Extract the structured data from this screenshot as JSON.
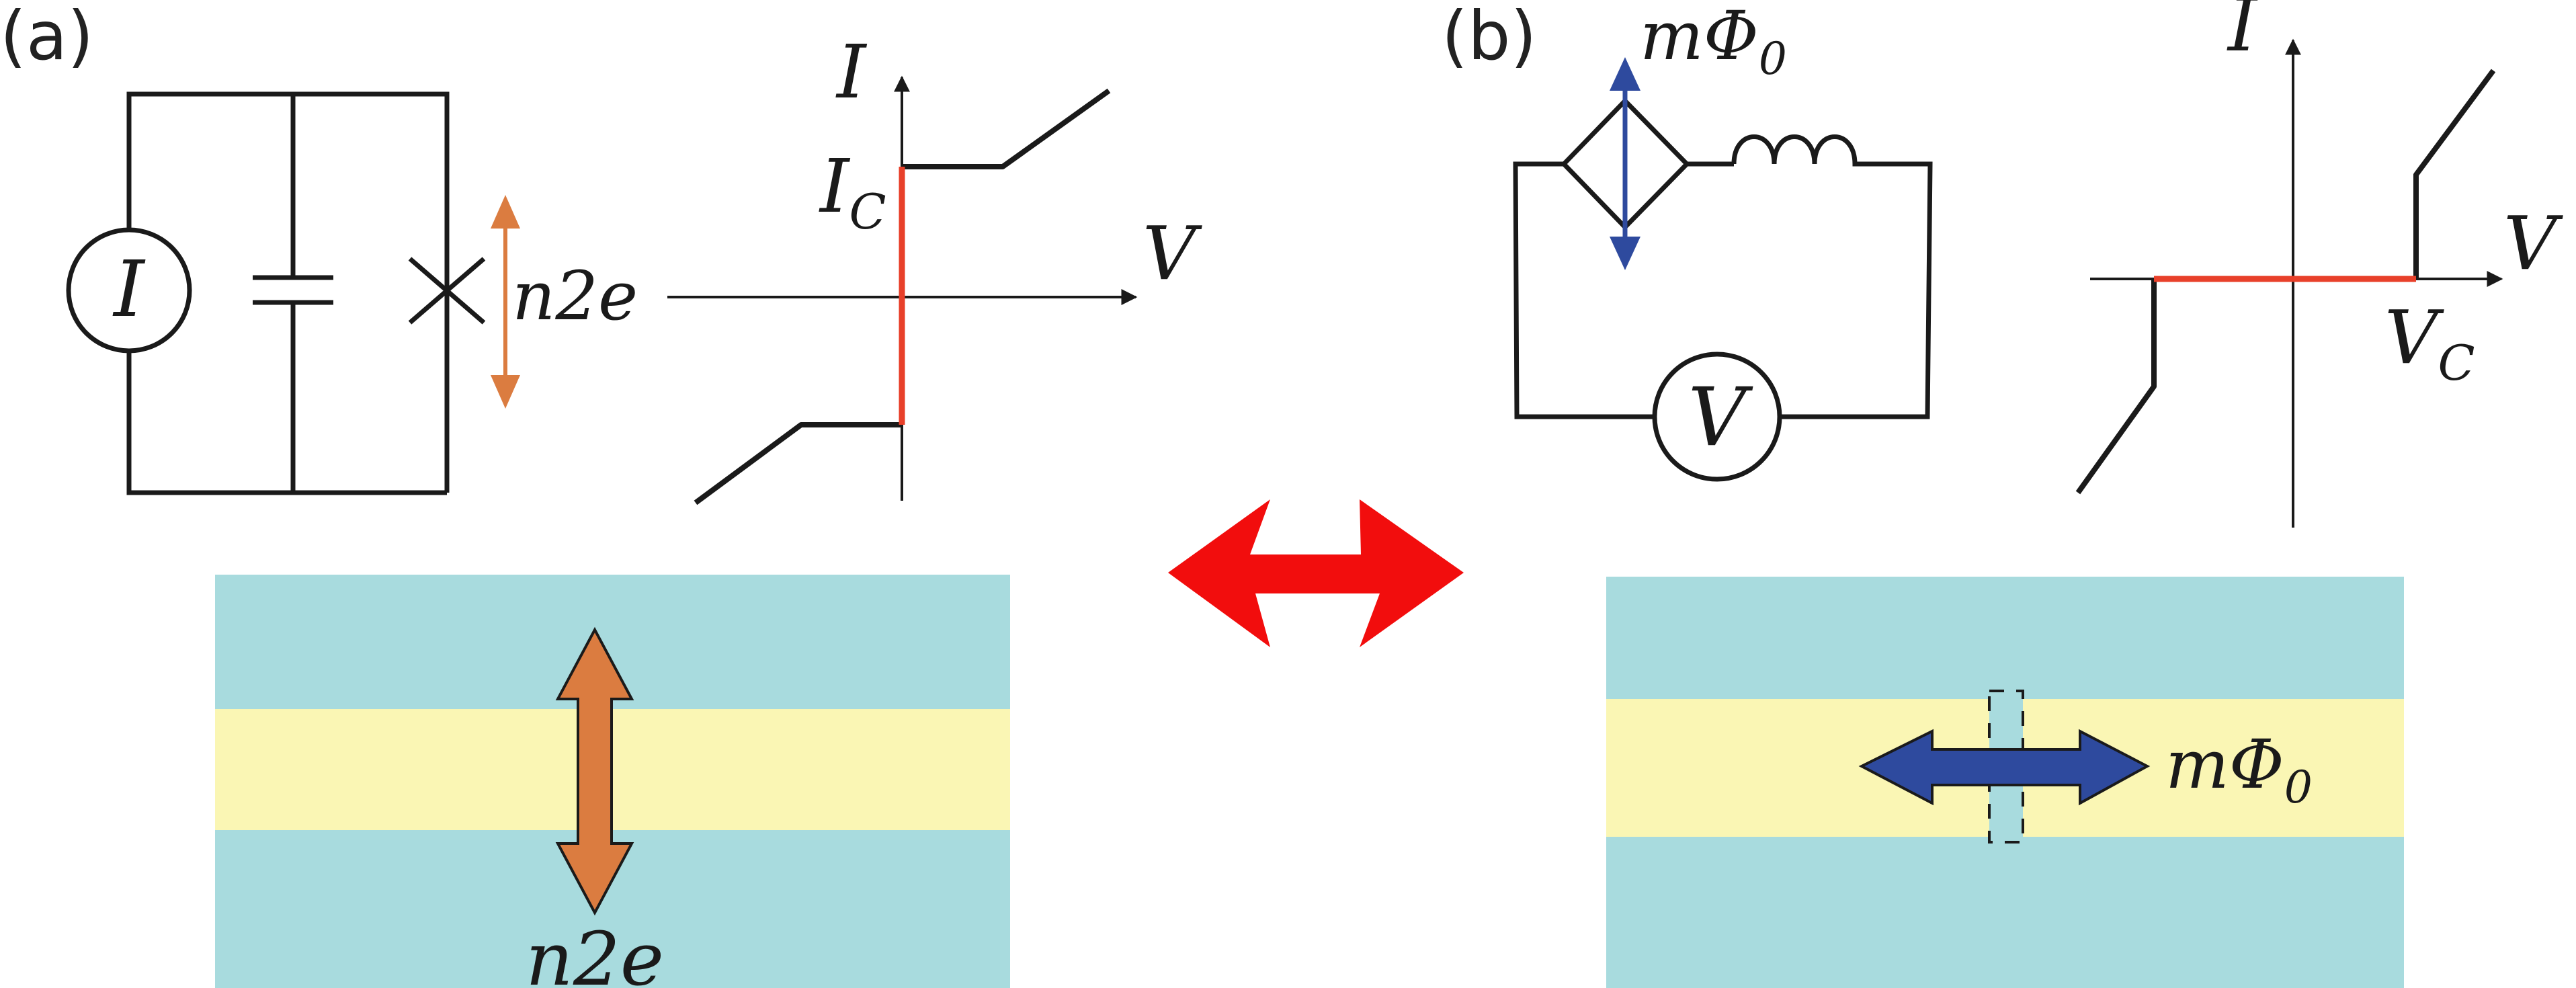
{
  "panel_a": {
    "label": "(a)",
    "source_symbol": "I",
    "charge_label": "n2e",
    "iv_axis_current": "I",
    "iv_axis_voltage": "V",
    "iv_critical": "I",
    "iv_critical_sub": "C",
    "strip_label": "n2e"
  },
  "panel_b": {
    "label": "(b)",
    "flux_label": "mΦ",
    "flux_sub": "0",
    "source_symbol": "V",
    "iv_axis_current": "I",
    "iv_axis_voltage": "V",
    "iv_critical": "V",
    "iv_critical_sub": "C",
    "strip_label": "mΦ",
    "strip_sub": "0"
  },
  "colors": {
    "wire": "#1a1a1a",
    "critical_segment": "#e8402a",
    "charge_arrow": "#db7c40",
    "flux_arrow": "#2e4a9e",
    "duality_arrow": "#f20d0d",
    "strip_outer": "#a8dbde",
    "strip_inner": "#faf6b4"
  }
}
